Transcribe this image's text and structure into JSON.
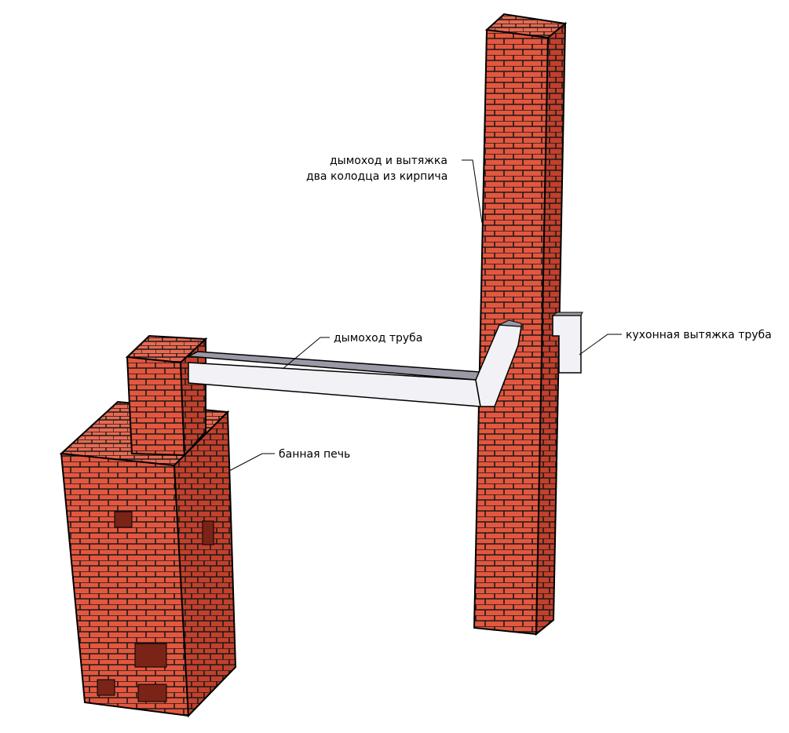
{
  "labels": {
    "chimney_line1": "дымоход и вытяжка",
    "chimney_line2": "два колодца из кирпича",
    "flue_pipe": "дымоход труба",
    "kitchen_hood_pipe": "кухонная вытяжка труба",
    "bath_stove": "банная печь"
  },
  "colors": {
    "brick": "#e4573f",
    "brick_dark": "#b83a28",
    "mortar": "#1a1a1a",
    "pipe_face": "#f2f2f6",
    "pipe_top": "#9a9aa6"
  }
}
